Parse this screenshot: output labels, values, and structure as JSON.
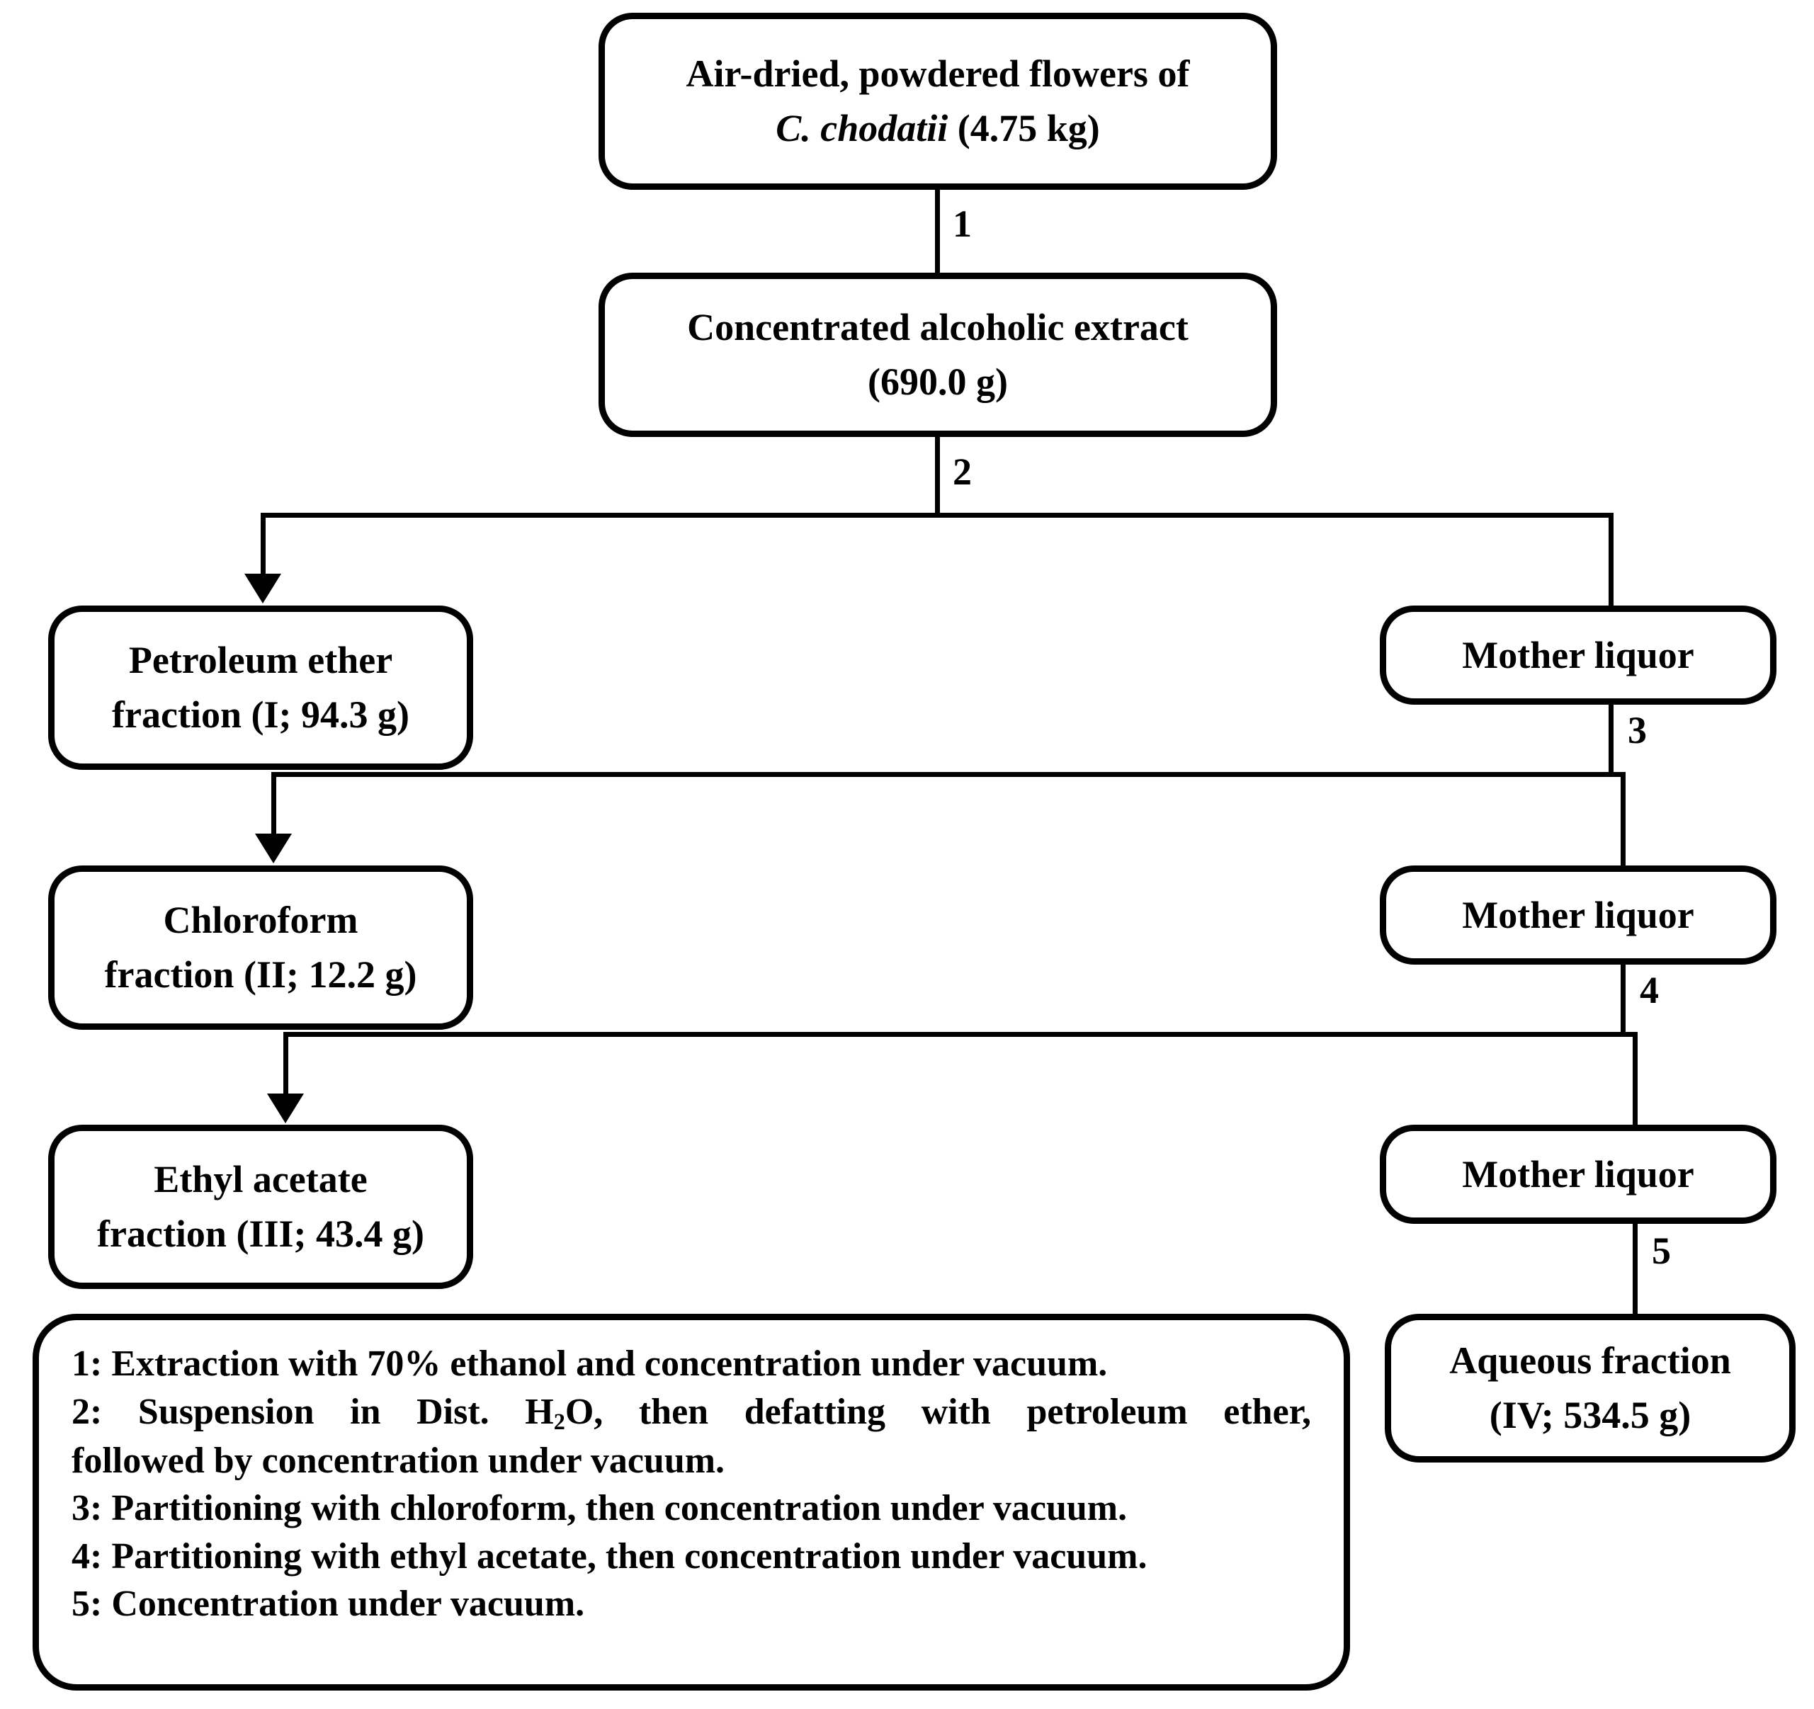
{
  "diagram": {
    "title_implied": "Extraction and fractionation scheme",
    "nodes": {
      "source": {
        "line1": "Air-dried, powdered flowers of",
        "line2_species": "C. chodatii",
        "line2_amount": "(4.75 kg)"
      },
      "extract": {
        "line1": "Concentrated alcoholic extract",
        "line2": "(690.0 g)"
      },
      "petroleum_ether": {
        "line1": "Petroleum ether",
        "line2": "fraction (I; 94.3 g)"
      },
      "chloroform": {
        "line1": "Chloroform",
        "line2": "fraction (II; 12.2 g)"
      },
      "ethyl_acetate": {
        "line1": "Ethyl acetate",
        "line2": "fraction (III; 43.4 g)"
      },
      "mother_liquor_1": {
        "label": "Mother liquor"
      },
      "mother_liquor_2": {
        "label": "Mother liquor"
      },
      "mother_liquor_3": {
        "label": "Mother liquor"
      },
      "aqueous": {
        "line1": "Aqueous fraction",
        "line2": "(IV; 534.5 g)"
      }
    },
    "connector_labels": {
      "step1": "1",
      "step2": "2",
      "step3": "3",
      "step4": "4",
      "step5": "5"
    },
    "legend": {
      "line1": "1: Extraction with 70% ethanol and concentration under vacuum.",
      "line2a_pre": "2:  Suspension  in  Dist.  H",
      "line2a_sub": "2",
      "line2a_post": "O,  then  defatting  with  petroleum  ether,",
      "line2b": "followed by concentration under vacuum.",
      "line3": "3: Partitioning with chloroform, then concentration under vacuum.",
      "line4": "4: Partitioning with ethyl acetate, then concentration under vacuum.",
      "line5": "5: Concentration under vacuum."
    },
    "colors": {
      "stroke": "#000000",
      "fill": "#ffffff"
    }
  }
}
